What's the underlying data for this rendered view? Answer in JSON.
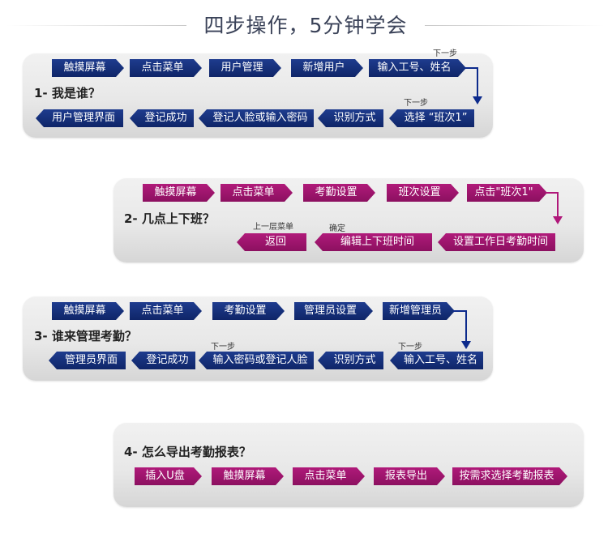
{
  "title": "四步操作，5分钟学会",
  "sections": [
    {
      "question": "1- 我是谁？",
      "row1": [
        "触摸屏幕",
        "点击菜单",
        "用户管理",
        "新增用户",
        "输入工号、姓名"
      ],
      "row1_hint": "下一步",
      "row2_hint": "下一步",
      "row2": [
        "用户管理界面",
        "登记成功",
        "登记人脸或输入密码",
        "识别方式",
        "选择 “班次1”"
      ]
    },
    {
      "question": "2- 几点上下班？",
      "row1": [
        "触摸屏幕",
        "点击菜单",
        "考勤设置",
        "班次设置",
        "点击\"班次1\""
      ],
      "hint_back": "上一层菜单",
      "hint_confirm": "确定",
      "row2": [
        "返回",
        "编辑上下班时间",
        "设置工作日考勤时间"
      ]
    },
    {
      "question": "3- 谁来管理考勤？",
      "row1": [
        "触摸屏幕",
        "点击菜单",
        "考勤设置",
        "管理员设置",
        "新增管理员"
      ],
      "hint_a": "下一步",
      "hint_b": "下一步",
      "row2": [
        "管理员界面",
        "登记成功",
        "输入密码或登记人脸",
        "识别方式",
        "输入工号、姓名"
      ]
    },
    {
      "question": "4- 怎么导出考勤报表？",
      "row1": [
        "插入U盘",
        "触摸屏幕",
        "点击菜单",
        "报表导出",
        "按需求选择考勤报表"
      ]
    }
  ],
  "colors": {
    "blue": "#14307a",
    "magenta": "#a0156e",
    "title": "#3a4258"
  }
}
